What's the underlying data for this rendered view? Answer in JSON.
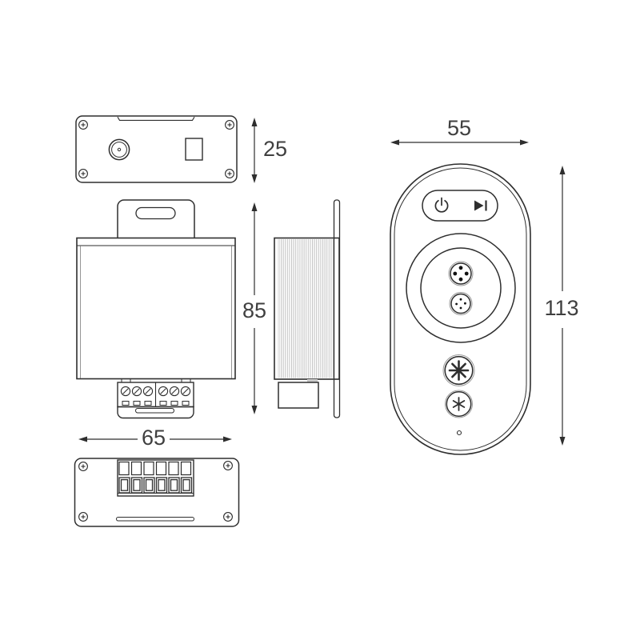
{
  "page": {
    "background": "#ffffff"
  },
  "drawing": {
    "type": "technical-dimension-drawing",
    "subject": "LED dimmer controller (top, front, side, bottom views) with touch remote",
    "line_color": "#2e2e2e",
    "text_color": "#3f3f3f",
    "fin_color": "#c2c2c2",
    "dot_color": "#111111",
    "dimensions": {
      "controller_depth": "25",
      "controller_height": "85",
      "controller_width": "65",
      "remote_width": "55",
      "remote_height": "113"
    },
    "icons": {
      "power": "⏻",
      "play_pause": "▶‖",
      "brightness_high": "✳",
      "brightness_low": "✶",
      "screw_cross": "+",
      "screw_slot": "/"
    }
  }
}
